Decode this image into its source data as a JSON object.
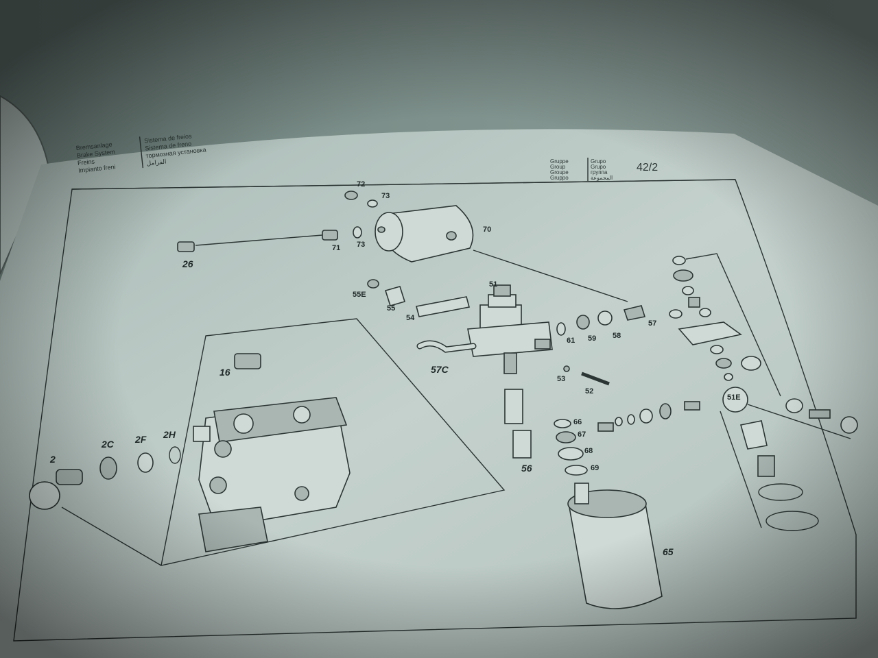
{
  "header": {
    "title_lines_left": [
      "Bremsanlage",
      "Brake System",
      "Freins",
      "Impianto freni"
    ],
    "title_lines_right": [
      "Sistema de freios",
      "Sistema de freno",
      "тормозная установка",
      "الفرامل"
    ],
    "group_words_left": [
      "Gruppe",
      "Group",
      "Groupe",
      "Gruppo"
    ],
    "group_words_right": [
      "Grupo",
      "Grupo",
      "группа",
      "المجموعة"
    ],
    "group_number": "42/2"
  },
  "callouts": {
    "c2": "2",
    "c2C": "2C",
    "c2F": "2F",
    "c2H": "2H",
    "c16": "16",
    "c26": "26",
    "c51": "51",
    "c51E": "51E",
    "c52": "52",
    "c53": "53",
    "c54": "54",
    "c55": "55",
    "c55E": "55E",
    "c56": "56",
    "c57": "57",
    "c57C": "57C",
    "c58": "58",
    "c59": "59",
    "c61": "61",
    "c65": "65",
    "c66": "66",
    "c67": "67",
    "c68": "68",
    "c69": "69",
    "c70": "70",
    "c71": "71",
    "c72": "72",
    "c73a": "73",
    "c73b": "73"
  }
}
